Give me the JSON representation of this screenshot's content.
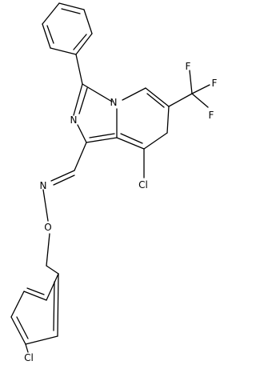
{
  "molecule": {
    "atoms": {
      "cl_pyridine": "Cl",
      "n_bridge": "N",
      "n_imidazole": "N",
      "n_oxime": "N",
      "o_oxime": "O",
      "f_top": "F",
      "f_right": "F",
      "f_lower": "F",
      "cl_benzyl": "Cl"
    }
  }
}
